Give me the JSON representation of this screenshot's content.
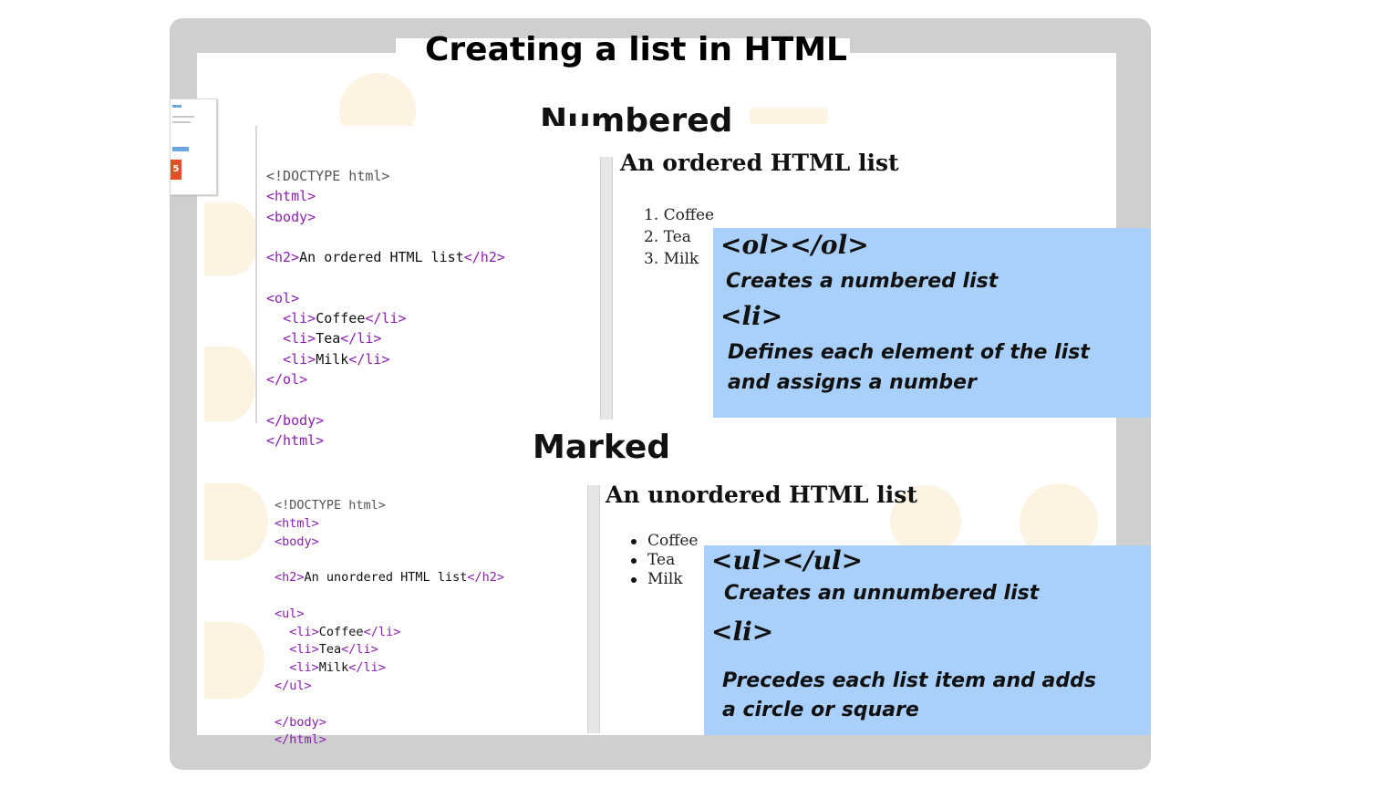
{
  "slide": {
    "title": "Creating a list in HTML",
    "thumbnail_icon": "html5-icon",
    "thumbnail_badge": "5"
  },
  "numbered": {
    "heading": "Numbered",
    "code_lines": [
      {
        "kind": "doctype",
        "text": "<!DOCTYPE html>"
      },
      {
        "kind": "tag",
        "text": "<html>"
      },
      {
        "kind": "tag",
        "text": "<body>"
      },
      {
        "kind": "blank",
        "text": ""
      },
      {
        "kind": "mixed",
        "parts": [
          {
            "t": "tag",
            "v": "<h2>"
          },
          {
            "t": "text",
            "v": "An ordered HTML list"
          },
          {
            "t": "tag",
            "v": "</h2>"
          }
        ]
      },
      {
        "kind": "blank",
        "text": ""
      },
      {
        "kind": "tag",
        "text": "<ol>"
      },
      {
        "kind": "mixed",
        "parts": [
          {
            "t": "text",
            "v": "  "
          },
          {
            "t": "tag",
            "v": "<li>"
          },
          {
            "t": "text",
            "v": "Coffee"
          },
          {
            "t": "tag",
            "v": "</li>"
          }
        ]
      },
      {
        "kind": "mixed",
        "parts": [
          {
            "t": "text",
            "v": "  "
          },
          {
            "t": "tag",
            "v": "<li>"
          },
          {
            "t": "text",
            "v": "Tea"
          },
          {
            "t": "tag",
            "v": "</li>"
          }
        ]
      },
      {
        "kind": "mixed",
        "parts": [
          {
            "t": "text",
            "v": "  "
          },
          {
            "t": "tag",
            "v": "<li>"
          },
          {
            "t": "text",
            "v": "Milk"
          },
          {
            "t": "tag",
            "v": "</li>"
          }
        ]
      },
      {
        "kind": "tag",
        "text": "</ol>"
      },
      {
        "kind": "blank",
        "text": ""
      },
      {
        "kind": "tag",
        "text": "</body>"
      },
      {
        "kind": "tag",
        "text": "</html>"
      }
    ],
    "output_heading": "An ordered HTML list",
    "output_items": [
      "1.  Coffee",
      "2.  Tea",
      "3.  Milk"
    ],
    "callout": {
      "tag1": "<ol></ol>",
      "desc1": "Creates a numbered list",
      "tag2": "<li>",
      "desc2_line1": "Defines each element of the list",
      "desc2_line2": "and assigns a number"
    }
  },
  "marked": {
    "heading": "Marked",
    "code_lines": [
      {
        "kind": "doctype",
        "text": "<!DOCTYPE html>"
      },
      {
        "kind": "tag",
        "text": "<html>"
      },
      {
        "kind": "tag",
        "text": "<body>"
      },
      {
        "kind": "blank",
        "text": ""
      },
      {
        "kind": "mixed",
        "parts": [
          {
            "t": "tag",
            "v": "<h2>"
          },
          {
            "t": "text",
            "v": "An unordered HTML list"
          },
          {
            "t": "tag",
            "v": "</h2>"
          }
        ]
      },
      {
        "kind": "blank",
        "text": ""
      },
      {
        "kind": "tag",
        "text": "<ul>"
      },
      {
        "kind": "mixed",
        "parts": [
          {
            "t": "text",
            "v": "  "
          },
          {
            "t": "tag",
            "v": "<li>"
          },
          {
            "t": "text",
            "v": "Coffee"
          },
          {
            "t": "tag",
            "v": "</li>"
          }
        ]
      },
      {
        "kind": "mixed",
        "parts": [
          {
            "t": "text",
            "v": "  "
          },
          {
            "t": "tag",
            "v": "<li>"
          },
          {
            "t": "text",
            "v": "Tea"
          },
          {
            "t": "tag",
            "v": "</li>"
          }
        ]
      },
      {
        "kind": "mixed",
        "parts": [
          {
            "t": "text",
            "v": "  "
          },
          {
            "t": "tag",
            "v": "<li>"
          },
          {
            "t": "text",
            "v": "Milk"
          },
          {
            "t": "tag",
            "v": "</li>"
          }
        ]
      },
      {
        "kind": "tag",
        "text": "</ul>"
      },
      {
        "kind": "blank",
        "text": ""
      },
      {
        "kind": "tag",
        "text": "</body>"
      },
      {
        "kind": "tag",
        "text": "</html>"
      }
    ],
    "output_heading": "An unordered HTML list",
    "output_items": [
      "Coffee",
      "Tea",
      "Milk"
    ],
    "callout": {
      "tag1": "<ul></ul>",
      "desc1": "Creates an unnumbered list",
      "tag2": "<li>",
      "desc2_line1": "Precedes each list item and adds",
      "desc2_line2": "a circle or square"
    }
  },
  "colors": {
    "frame": "#cfcfcf",
    "callout": "#a9d0fb",
    "code_tag": "#8a1fb0",
    "html5_badge": "#e44d26"
  }
}
